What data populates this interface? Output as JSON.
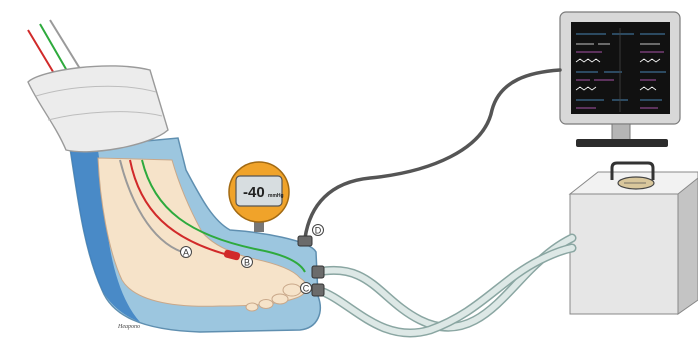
{
  "labels": {
    "a": "A",
    "b": "B",
    "c": "C",
    "d": "D"
  },
  "gauge": {
    "value": "-40",
    "unit": "mmHg"
  },
  "signature": "Heapono",
  "colors": {
    "boot": "#9cc6df",
    "boot_dark": "#3b7fc3",
    "skin": "#f6e3c9",
    "bandage": "#ececec",
    "gauge_body": "#f0a32a",
    "gauge_screen": "#d7dde0",
    "tube": "#dde8e6",
    "tube_outline": "#8aa6a2",
    "cable": "#555555",
    "monitor_frame": "#d8d8d8",
    "monitor_screen": "#111111",
    "box_front": "#e6e6e6",
    "box_side": "#c4c4c4",
    "red_wire": "#d12a2a",
    "green_wire": "#2eaa3d",
    "grey_wire": "#9a9a9a"
  }
}
